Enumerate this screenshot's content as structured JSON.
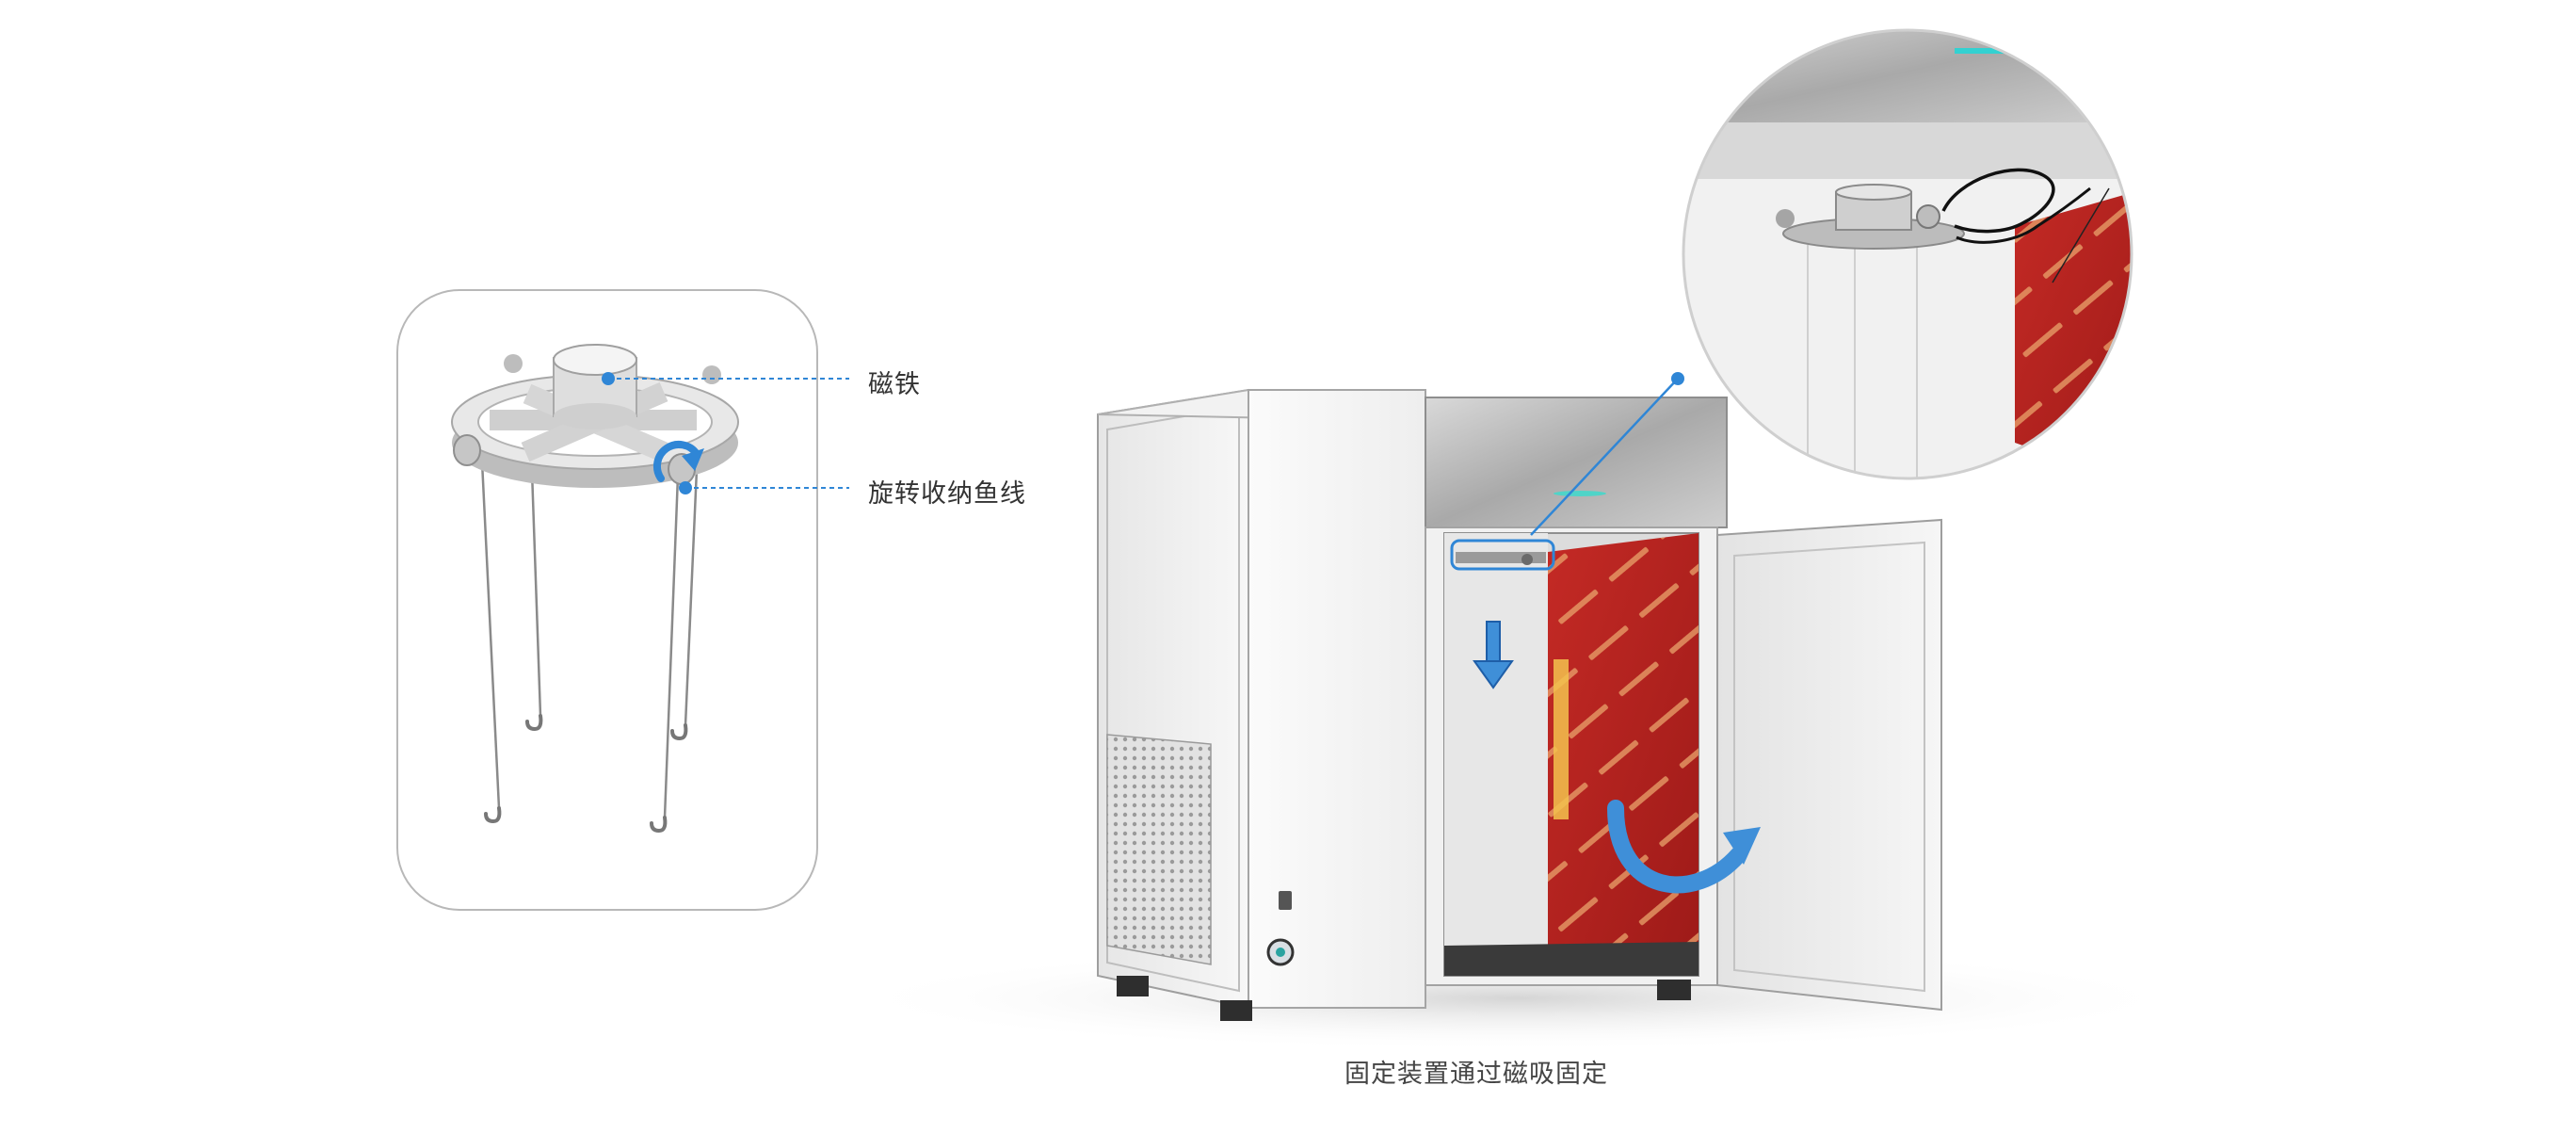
{
  "callouts": {
    "magnet": "磁铁",
    "rotate_reel": "旋转收纳鱼线"
  },
  "caption": "固定装置通过磁吸固定",
  "colors": {
    "accent_blue": "#2f86d6",
    "arrow_blue": "#3f8fd8",
    "panel_red": "#b3201f",
    "cabinet_white": "#f4f4f4",
    "steel": "#b9b9b9"
  },
  "icons": [
    "usb-icon",
    "power-button-icon",
    "down-arrow-icon",
    "door-open-arrow-icon"
  ]
}
